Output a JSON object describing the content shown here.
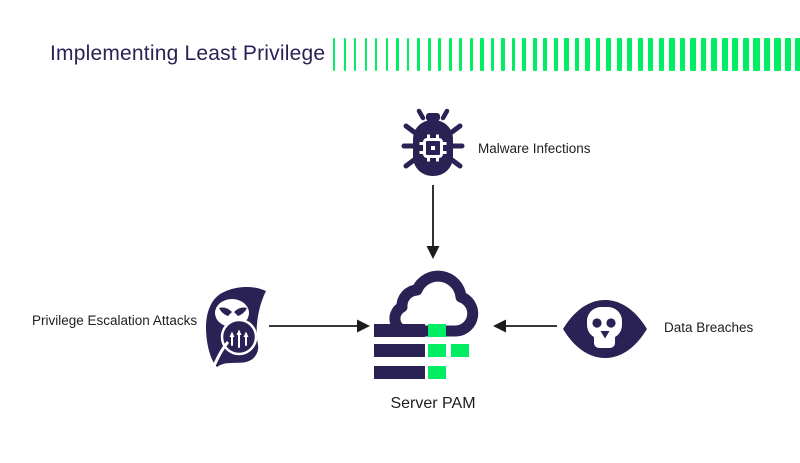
{
  "title": {
    "text": "Implementing Least Privilege"
  },
  "colors": {
    "navy": "#2a2254",
    "green": "#00ed64",
    "label_text": "#1e1e1e",
    "arrow": "#1c1c1c",
    "background": "#ffffff"
  },
  "decor_bars": {
    "count": 45
  },
  "nodes": {
    "malware": {
      "label": "Malware Infections",
      "icon": "bug-icon"
    },
    "privilege_escalation": {
      "label": "Privilege Escalation Attacks",
      "icon": "hooded-attacker-icon"
    },
    "data_breaches": {
      "label": "Data Breaches",
      "icon": "eye-skull-icon"
    },
    "server_pam": {
      "label": "Server PAM",
      "icon": "cloud-server-icon"
    }
  }
}
